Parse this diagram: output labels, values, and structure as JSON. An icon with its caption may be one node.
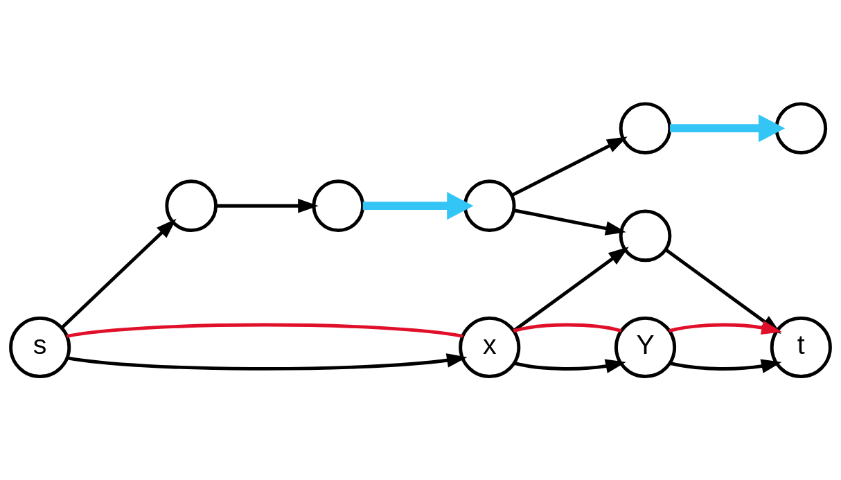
{
  "diagram": {
    "nodes": [
      {
        "text": [
          "s"
        ]
      },
      {
        "text": [],
        "shape": "circle"
      },
      {
        "text": [],
        "shape": "circle"
      },
      {
        "text": [],
        "shape": "circle"
      },
      {
        "text": [],
        "shape": "circle"
      },
      {
        "text": [],
        "shape": "circle"
      },
      {
        "text": [],
        "shape": "circle"
      },
      {
        "text": [
          "t"
        ]
      },
      {
        "text": [
          "x"
        ]
      },
      {
        "text": [
          "Y"
        ]
      }
    ],
    "edges": [
      {
        "from": 0,
        "to": 5,
        "arrow": "to"
      },
      {
        "from": 0,
        "to": 8,
        "arrow": "to"
      },
      {
        "from": 5,
        "to": 4,
        "arrow": "to"
      },
      {
        "from": 3,
        "to": 2,
        "arrow": "to"
      },
      {
        "from": 3,
        "to": 6,
        "arrow": "to"
      },
      {
        "from": 2,
        "to": 1,
        "arrow": "to",
        "style": "thick",
        "color": "#33c5f5"
      },
      {
        "from": 4,
        "to": 3,
        "arrow": "to",
        "style": "thick",
        "color": "#33c5f5"
      },
      {
        "from": 6,
        "to": 7,
        "arrow": "to"
      },
      {
        "from": 8,
        "to": 6,
        "arrow": "to"
      },
      {
        "from": 8,
        "to": 9,
        "arrow": "to"
      },
      {
        "from": 9,
        "to": 7,
        "arrow": "to"
      },
      {
        "from": 0,
        "to": 8,
        "arrow": "none",
        "color": "#e0102a"
      },
      {
        "from": 8,
        "to": 9,
        "arrow": "none",
        "color": "#e0102a"
      },
      {
        "from": 9,
        "to": 7,
        "arrow": "to",
        "color": "#e0102a"
      }
    ]
  }
}
